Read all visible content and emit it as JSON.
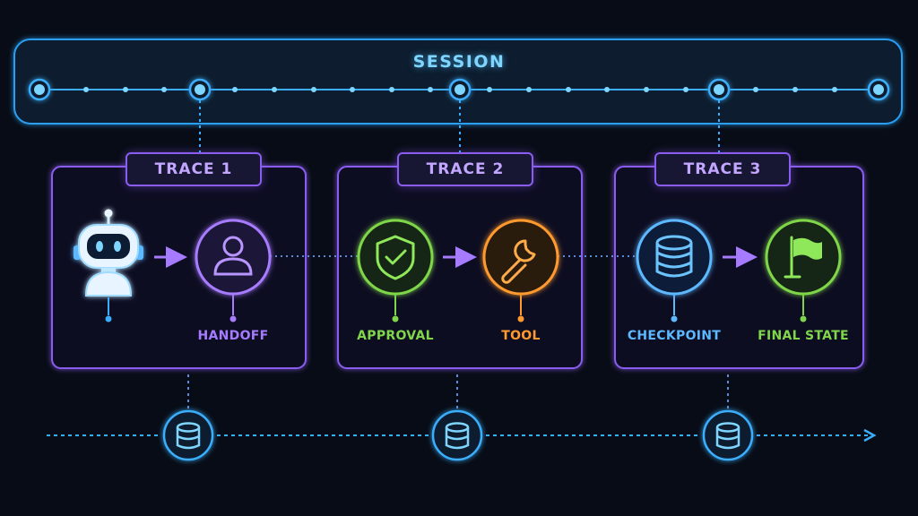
{
  "session": {
    "title": "SESSION"
  },
  "traces": [
    {
      "title": "TRACE 1"
    },
    {
      "title": "TRACE 2"
    },
    {
      "title": "TRACE 3"
    }
  ],
  "nodes": [
    {
      "id": "agent",
      "label": "",
      "icon": "robot-icon",
      "color": "#8fd8ff"
    },
    {
      "id": "handoff",
      "label": "HANDOFF",
      "icon": "user-icon",
      "color": "#a77bff"
    },
    {
      "id": "approval",
      "label": "APPROVAL",
      "icon": "shield-check-icon",
      "color": "#7fd64a"
    },
    {
      "id": "tool",
      "label": "TOOL",
      "icon": "wrench-icon",
      "color": "#ff9a2e"
    },
    {
      "id": "checkpoint",
      "label": "CHECKPOINT",
      "icon": "database-icon",
      "color": "#5cb8ff"
    },
    {
      "id": "final_state",
      "label": "FINAL STATE",
      "icon": "flag-icon",
      "color": "#7fd64a"
    }
  ],
  "storage": [
    {
      "icon": "database-icon"
    },
    {
      "icon": "database-icon"
    },
    {
      "icon": "database-icon"
    }
  ],
  "colors": {
    "background": "#080c16",
    "session": "#3aaefc",
    "trace": "#8a5cf0",
    "arrow": "#a77bff",
    "storage": "#3aaefc"
  }
}
